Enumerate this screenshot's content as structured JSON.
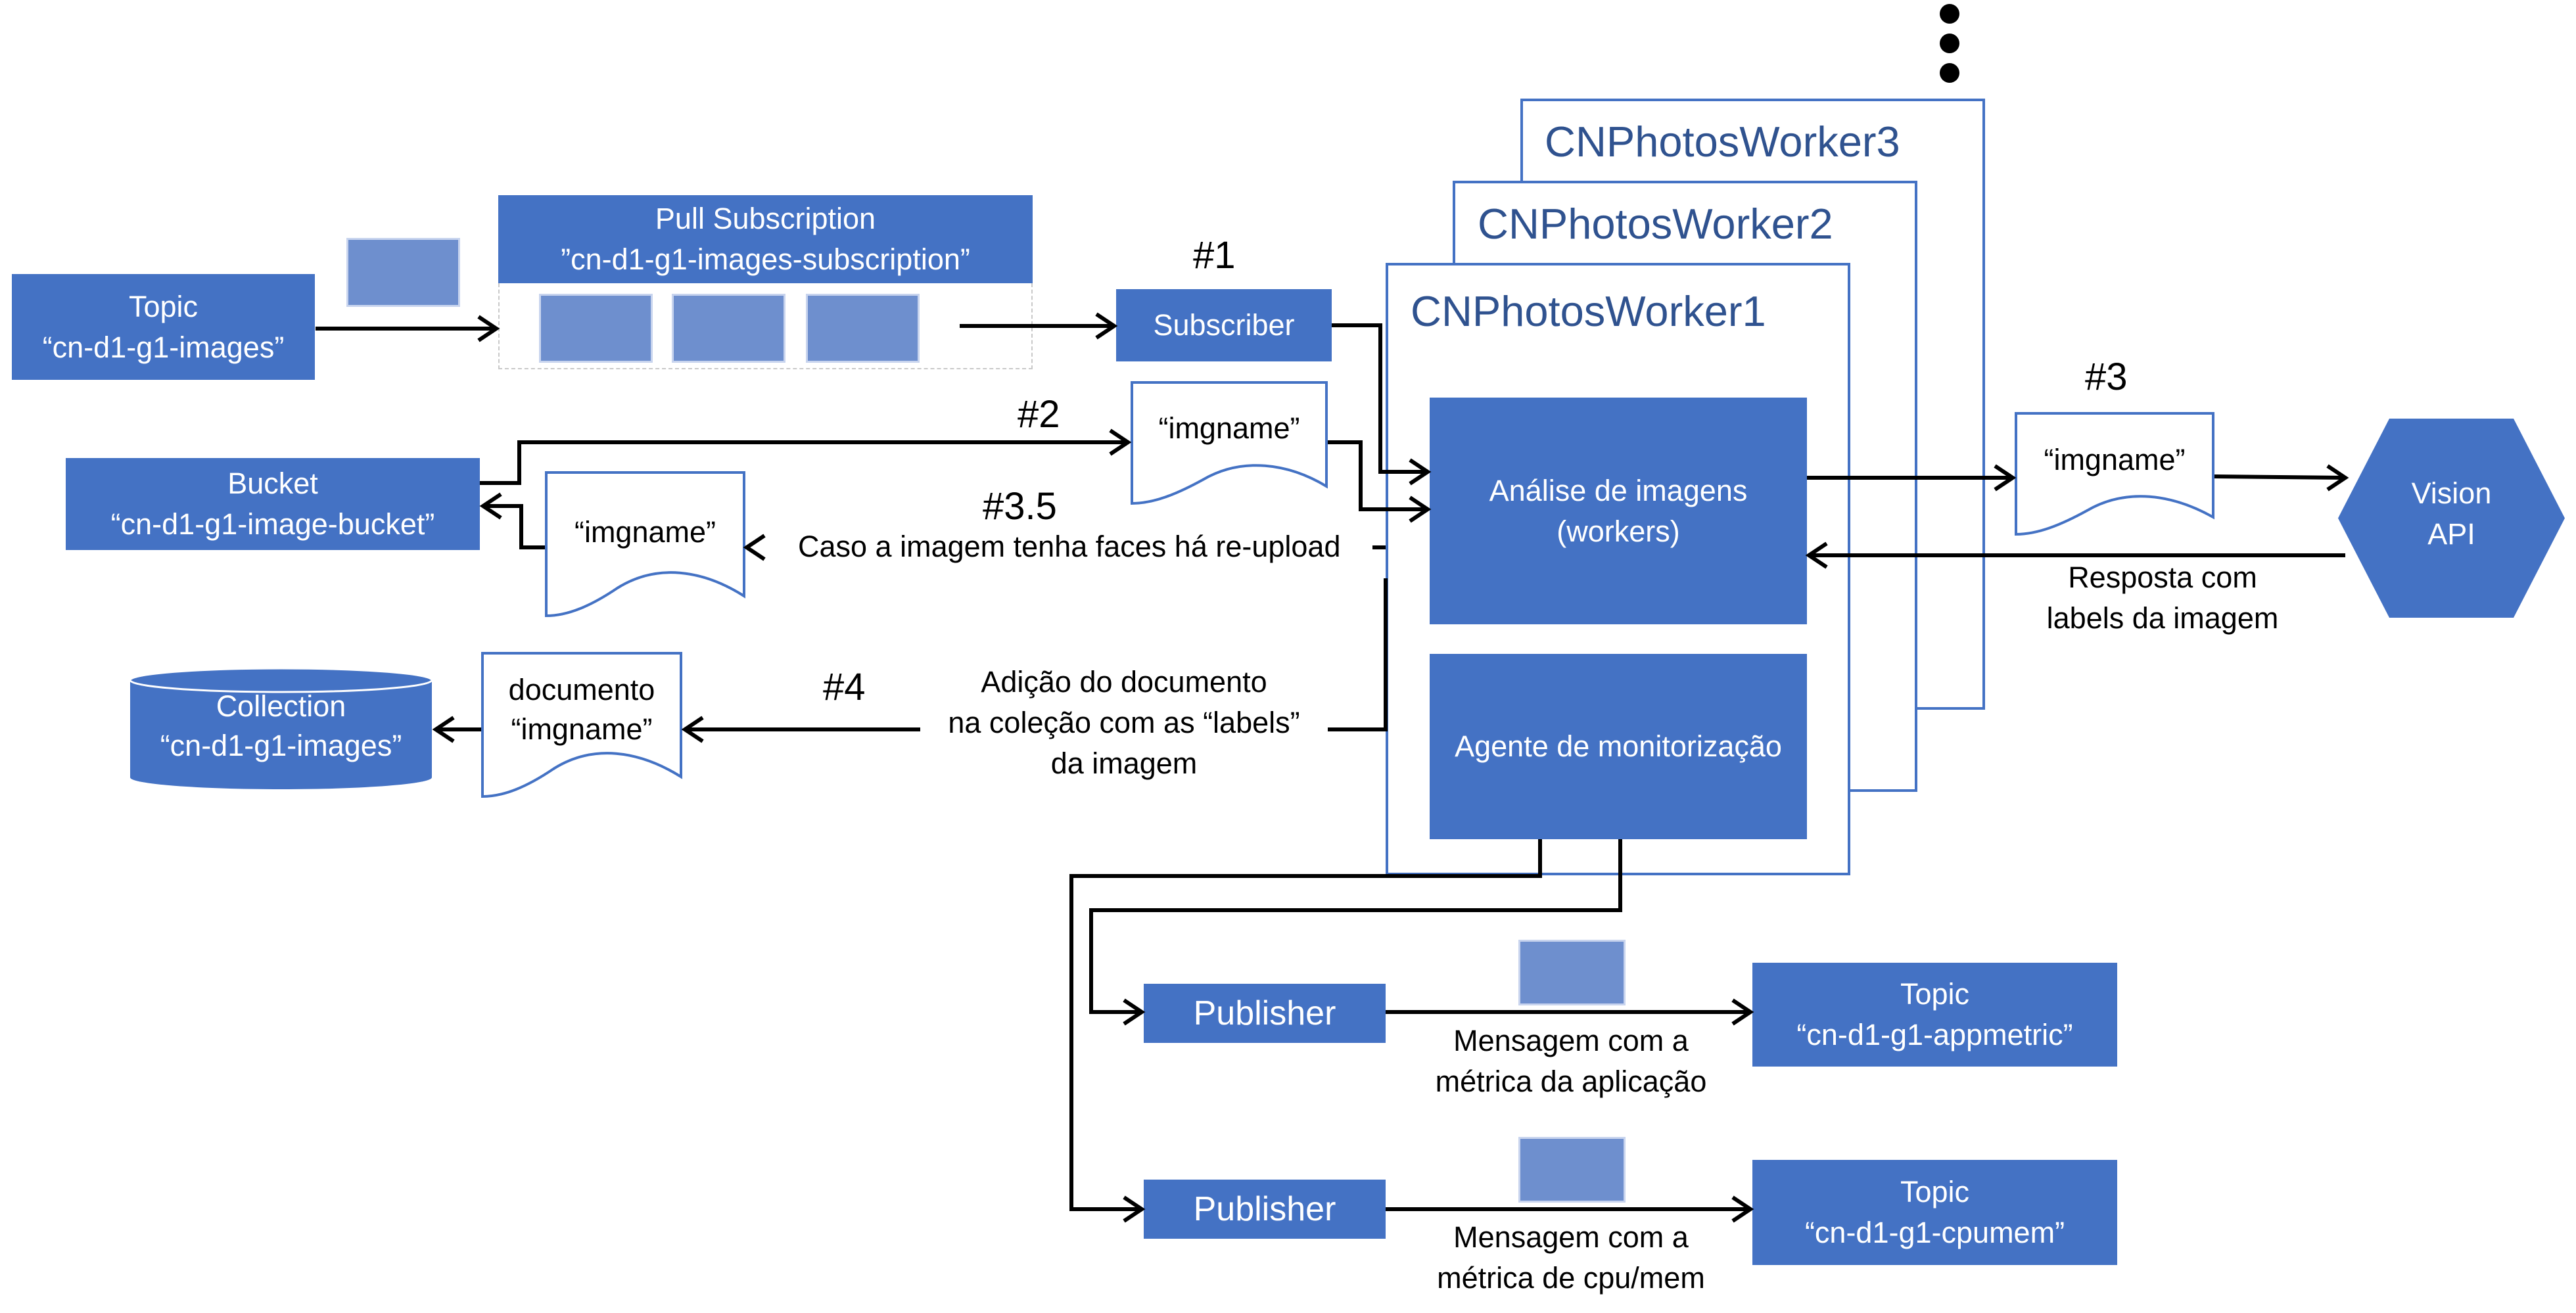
{
  "workers": {
    "w3_title": "CNPhotosWorker3",
    "w2_title": "CNPhotosWorker2",
    "w1_title": "CNPhotosWorker1",
    "analysis_line1": "Análise de imagens",
    "analysis_line2": "(workers)",
    "monitor": "Agente de monitorização"
  },
  "topic_images": {
    "line1": "Topic",
    "line2": "“cn-d1-g1-images”"
  },
  "pull_subscription": {
    "line1": "Pull Subscription",
    "line2": "”cn-d1-g1-images-subscription”"
  },
  "subscriber": {
    "label": "Subscriber"
  },
  "bucket": {
    "line1": "Bucket",
    "line2": "“cn-d1-g1-image-bucket”"
  },
  "collection": {
    "line1": "Collection",
    "line2": "“cn-d1-g1-images”"
  },
  "documents": {
    "imgname_2": "“imgname”",
    "imgname_35": "“imgname”",
    "imgname_3": "“imgname”",
    "doc4_line1": "documento",
    "doc4_line2": "“imgname”"
  },
  "steps": {
    "s1": "#1",
    "s2": "#2",
    "s3": "#3",
    "s35": "#3.5",
    "s4": "#4"
  },
  "labels": {
    "reupload": "Caso a imagem tenha faces há re-upload",
    "add_doc_1": "Adição do documento",
    "add_doc_2": "na coleção com as “labels”",
    "add_doc_3": "da imagem",
    "vision_resp_1": "Resposta com",
    "vision_resp_2": "labels da imagem",
    "app_msg_1": "Mensagem com a",
    "app_msg_2": "métrica da aplicação",
    "cpu_msg_1": "Mensagem com a",
    "cpu_msg_2": "métrica de cpu/mem"
  },
  "vision": {
    "line1": "Vision",
    "line2": "API"
  },
  "publishers": {
    "p1": "Publisher",
    "p2": "Publisher"
  },
  "topic_appmetric": {
    "line1": "Topic",
    "line2": "“cn-d1-g1-appmetric”"
  },
  "topic_cpumem": {
    "line1": "Topic",
    "line2": "“cn-d1-g1-cpumem”"
  },
  "colors": {
    "box_blue": "#4472c4",
    "envelope_blue": "#6e8fce",
    "title_blue": "#2f528f",
    "arrow": "#000000"
  },
  "icons": {
    "message": "envelope-icon",
    "more": "vertical-ellipsis-icon"
  }
}
